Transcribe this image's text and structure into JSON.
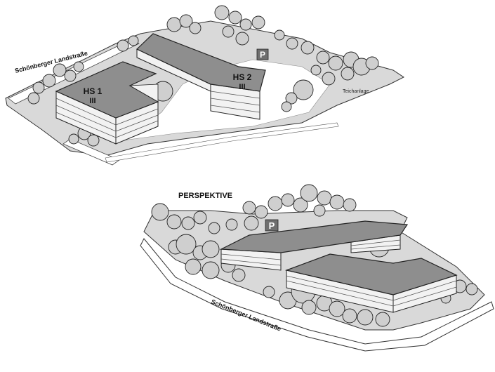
{
  "plan": {
    "road_label": "Schönberger Landstraße",
    "building_1": {
      "name": "HS 1",
      "floors": "III"
    },
    "building_2": {
      "name": "HS 2",
      "floors": "III"
    },
    "parking_symbol": "P",
    "pond_label": "Teichanlage"
  },
  "perspective": {
    "title": "PERSPEKTIVE",
    "parking_symbol": "P",
    "road_label": "Schönberger Landstraße"
  },
  "colors": {
    "ground": "#d9d9d9",
    "roof": "#8e8e8e",
    "facade": "#f2f2f2",
    "tree_fill": "#cfcfcf",
    "outline": "#222222",
    "parking_sign": "#6f6f6f"
  }
}
